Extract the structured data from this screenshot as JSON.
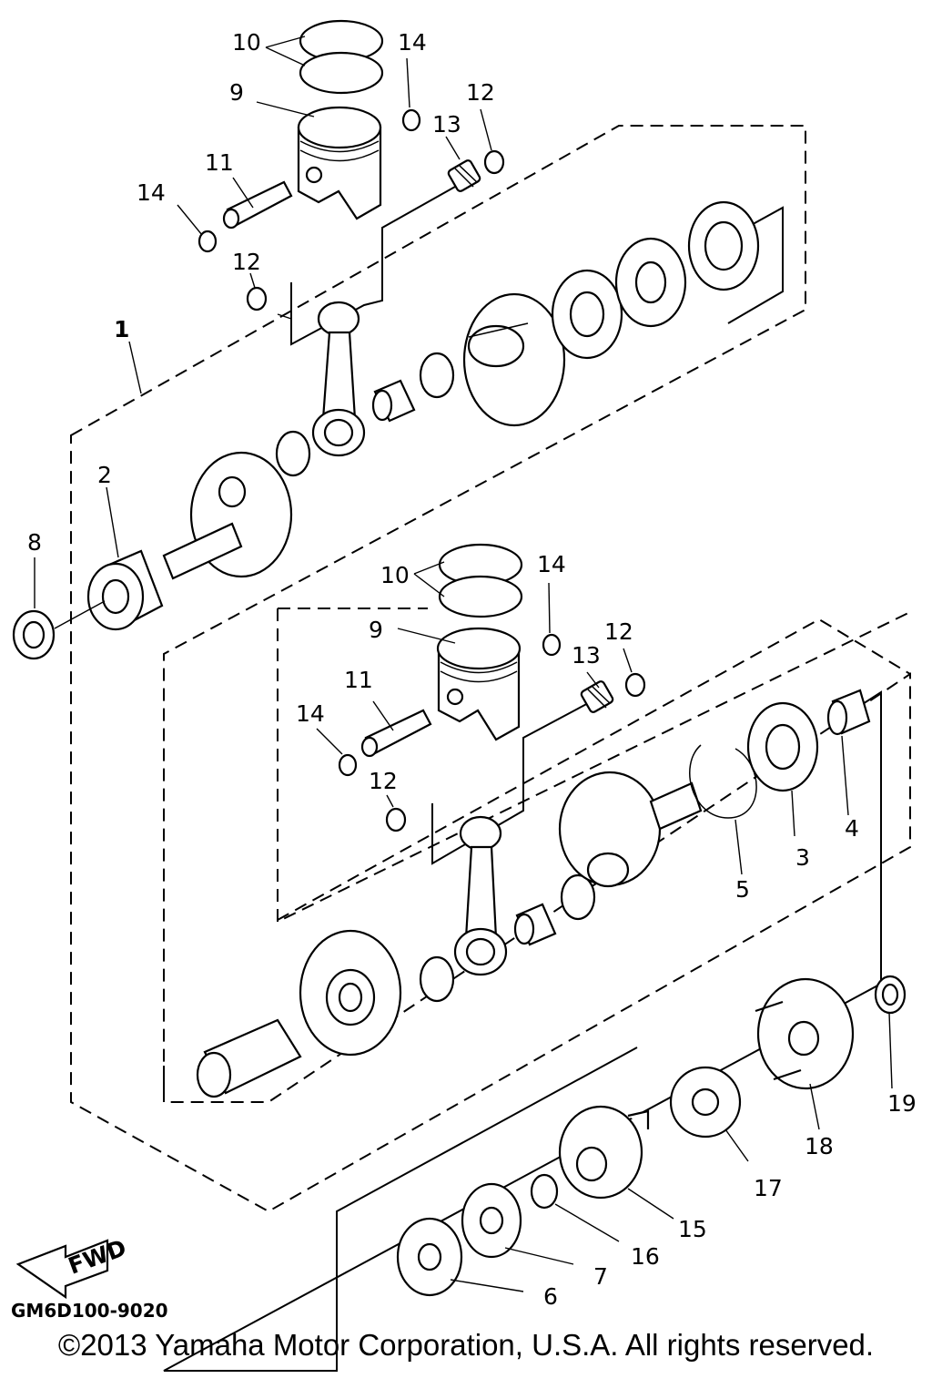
{
  "diagram": {
    "callouts": [
      {
        "id": "c1",
        "text": "1"
      },
      {
        "id": "c2",
        "text": "2"
      },
      {
        "id": "c3",
        "text": "3"
      },
      {
        "id": "c4",
        "text": "4"
      },
      {
        "id": "c5",
        "text": "5"
      },
      {
        "id": "c6",
        "text": "6"
      },
      {
        "id": "c7",
        "text": "7"
      },
      {
        "id": "c8",
        "text": "8"
      },
      {
        "id": "c9a",
        "text": "9"
      },
      {
        "id": "c9b",
        "text": "9"
      },
      {
        "id": "c10a",
        "text": "10"
      },
      {
        "id": "c10b",
        "text": "10"
      },
      {
        "id": "c11a",
        "text": "11"
      },
      {
        "id": "c11b",
        "text": "11"
      },
      {
        "id": "c12a",
        "text": "12"
      },
      {
        "id": "c12b",
        "text": "12"
      },
      {
        "id": "c12c",
        "text": "12"
      },
      {
        "id": "c12d",
        "text": "12"
      },
      {
        "id": "c13a",
        "text": "13"
      },
      {
        "id": "c13b",
        "text": "13"
      },
      {
        "id": "c14a",
        "text": "14"
      },
      {
        "id": "c14b",
        "text": "14"
      },
      {
        "id": "c14c",
        "text": "14"
      },
      {
        "id": "c14d",
        "text": "14"
      },
      {
        "id": "c15",
        "text": "15"
      },
      {
        "id": "c16",
        "text": "16"
      },
      {
        "id": "c17",
        "text": "17"
      },
      {
        "id": "c18",
        "text": "18"
      },
      {
        "id": "c19",
        "text": "19"
      }
    ],
    "fwd_label": "FWD",
    "drawing_code": "GM6D100-9020",
    "copyright": "©2013 Yamaha Motor Corporation, U.S.A. All rights reserved."
  }
}
